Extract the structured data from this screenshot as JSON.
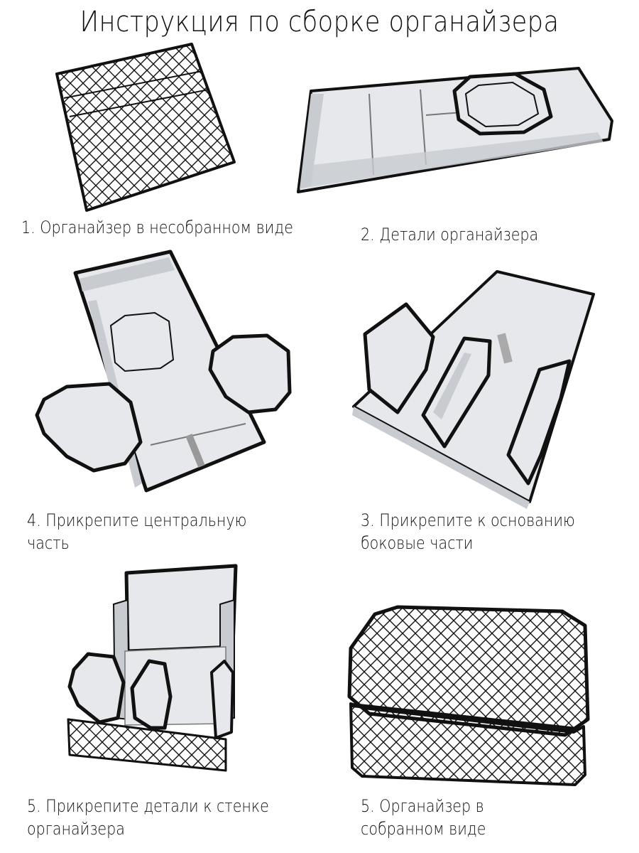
{
  "title": "Инструкция по сборке органайзера",
  "colors": {
    "panel": "#e6e8eb",
    "shade": "#c8cbcf",
    "outline": "#111111"
  },
  "steps": [
    {
      "label_line1": "1. Органайзер в несобранном виде",
      "label_line2": "",
      "illustration": "flat-quilted-organizer"
    },
    {
      "label_line1": "2. Детали органайзера",
      "label_line2": "",
      "illustration": "organizer-parts"
    },
    {
      "label_line1": "4. Прикрепите центральную",
      "label_line2": "часть",
      "illustration": "attach-center-part"
    },
    {
      "label_line1": "3. Прикрепите к основанию",
      "label_line2": "боковые части",
      "illustration": "attach-side-parts"
    },
    {
      "label_line1": "5. Прикрепите детали к стенке",
      "label_line2": "органайзера",
      "illustration": "attach-parts-to-wall"
    },
    {
      "label_line1": "5. Органайзер в",
      "label_line2": "собранном виде",
      "illustration": "assembled-organizer"
    }
  ]
}
